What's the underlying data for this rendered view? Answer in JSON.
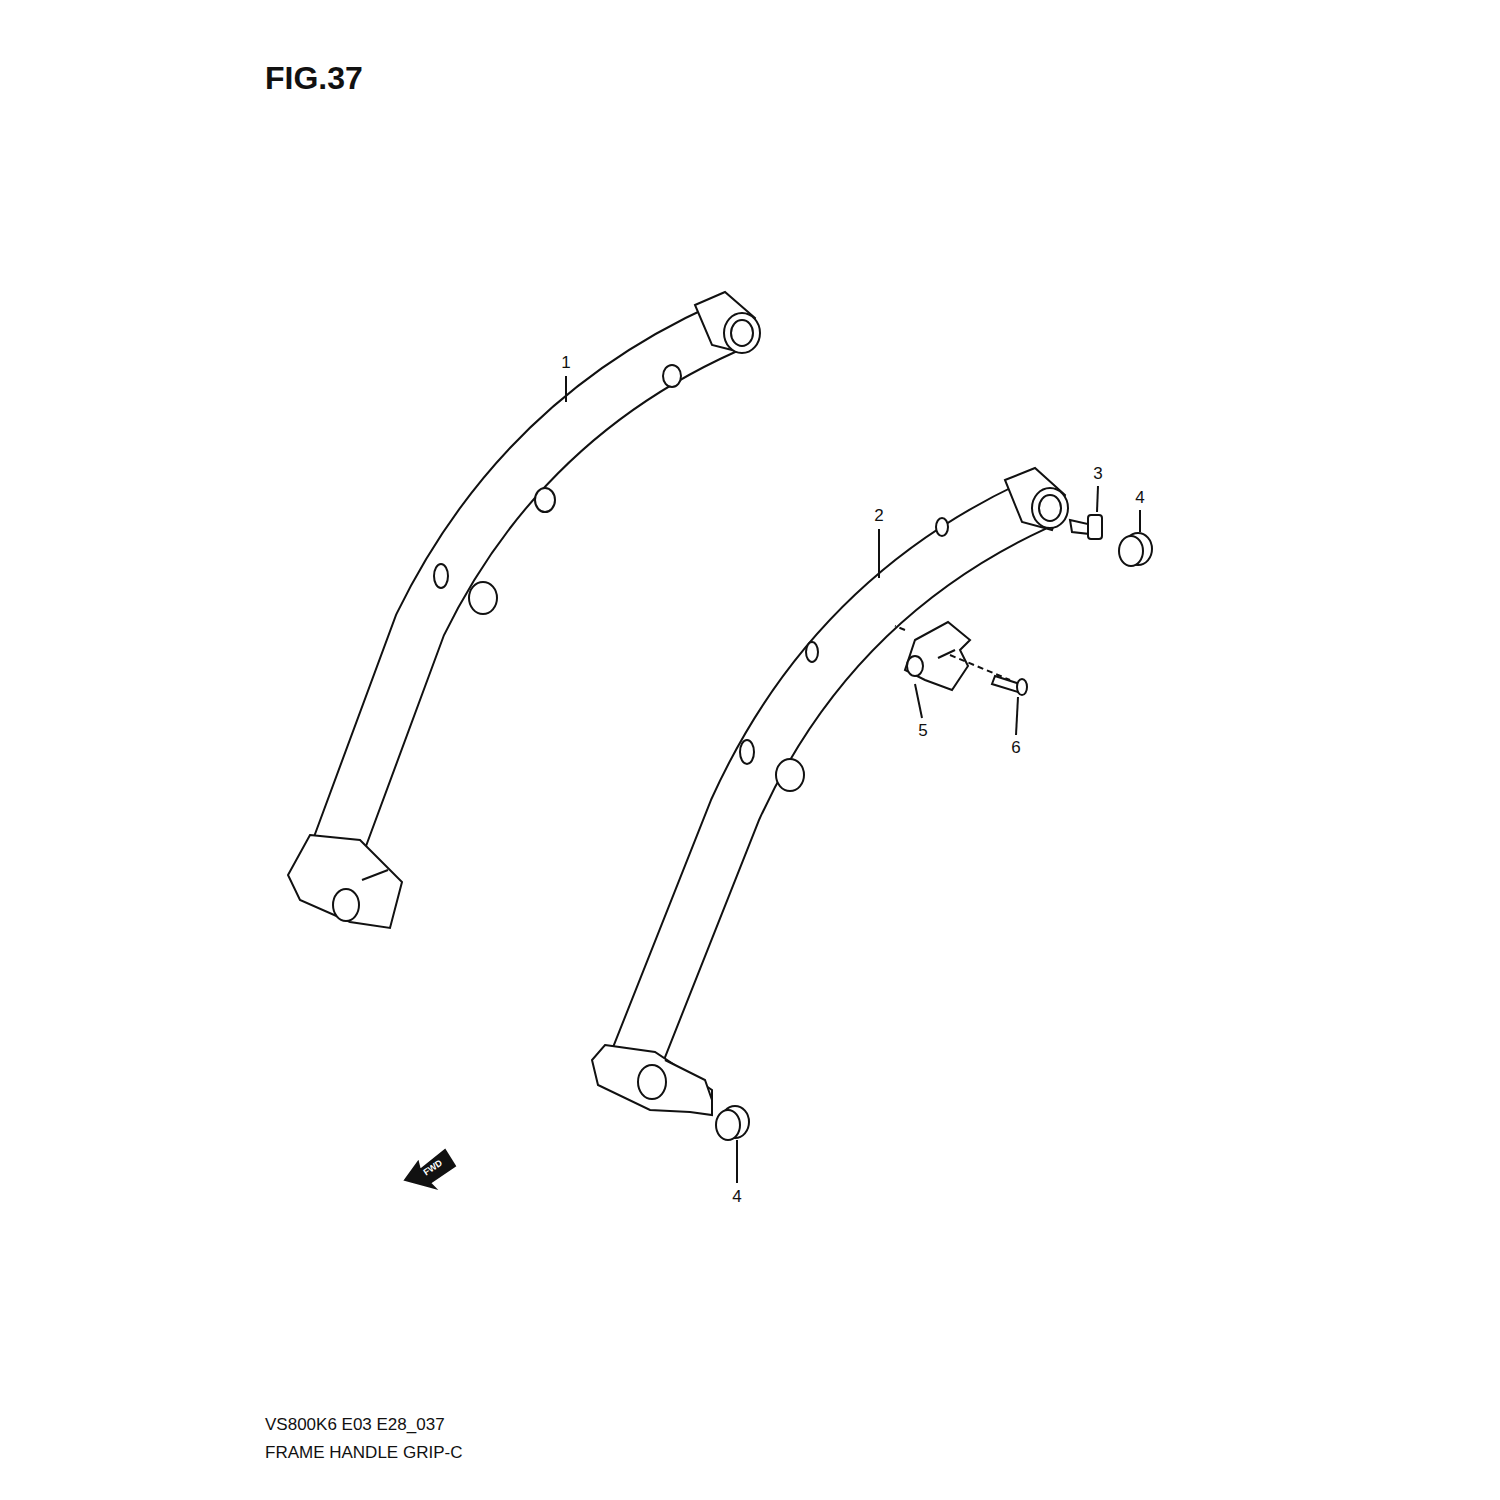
{
  "diagram": {
    "title": "FIG.37",
    "caption": "FRAME HANDLE GRIP-C",
    "labels": [
      "1",
      "2",
      "3",
      "4",
      "5",
      "6",
      "4",
      "FWD",
      "VS800K6 E03 E28_037"
    ]
  }
}
